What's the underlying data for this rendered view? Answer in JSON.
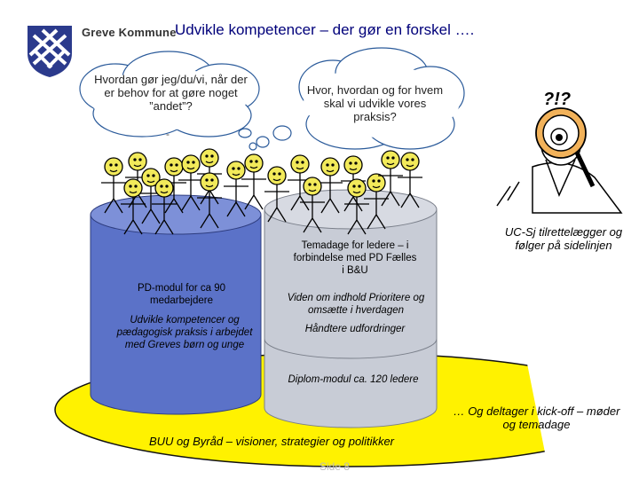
{
  "header": {
    "brand": "Greve Kommune",
    "title": "Udvikle kompetencer – der gør en forskel …."
  },
  "clouds": {
    "left": "Hvordan gør jeg/du/vi, når der er behov for at gøre noget ”andet”?",
    "right": "Hvor, hvordan og for hvem skal vi udvikle vores praksis?",
    "dash": "-"
  },
  "left_cylinder": {
    "line1": "PD-modul for ca 90 medarbejdere",
    "line2": "Udvikle kompetencer og pædagogisk praksis i arbejdet med Greves børn og unge"
  },
  "right_cylinder": {
    "line1": "Temadage for ledere – i forbindelse med PD Fælles i B&U",
    "line2": "Viden om indhold Prioritere og omsætte i hverdagen",
    "line3": "Håndtere udfordringer",
    "line4": "Diplom-modul ca. 120 ledere"
  },
  "side_notes": {
    "uc": "UC-Sj tilrettelægger og følger på sidelinjen",
    "kickoff": "… Og deltager i kick-off – møder og temadage"
  },
  "base": {
    "label": "BUU og Byråd – visioner, strategier og politikker"
  },
  "footer": {
    "slide": "Side 8"
  },
  "colors": {
    "title": "#00007a",
    "base": "#fff200",
    "left_cylinder": "#5b72c8",
    "right_cylinder": "#c8ccd6",
    "face": "#f2ea5a"
  }
}
